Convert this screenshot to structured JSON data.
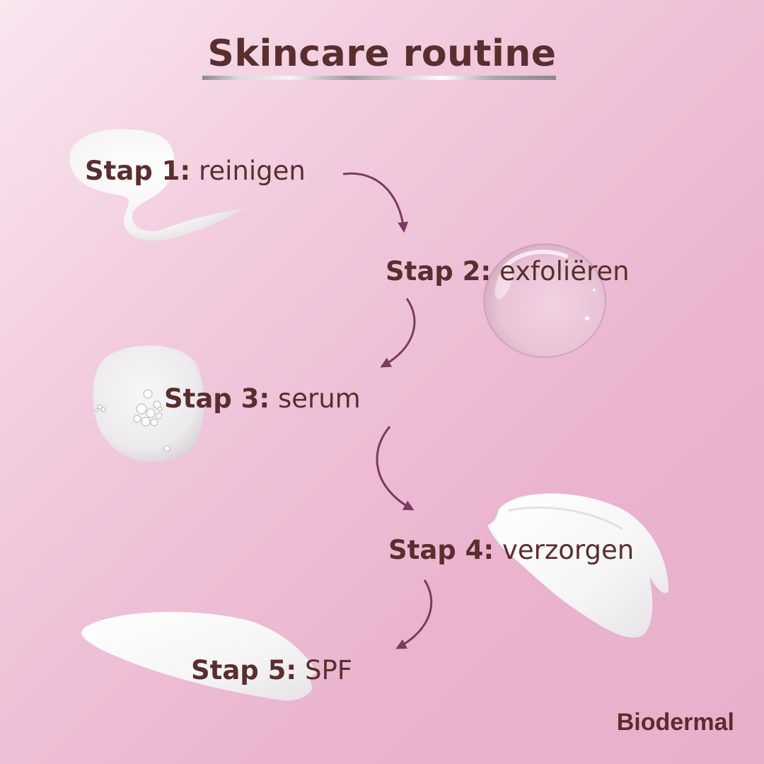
{
  "title": "Skincare routine",
  "steps": [
    {
      "label": "Stap 1:",
      "desc": "reinigen",
      "texture": "cleanser-foam"
    },
    {
      "label": "Stap 2:",
      "desc": "exfoliëren",
      "texture": "exfoliant-drop"
    },
    {
      "label": "Stap 3:",
      "desc": "serum",
      "texture": "serum-gel"
    },
    {
      "label": "Stap 4:",
      "desc": "verzorgen",
      "texture": "cream-swatch"
    },
    {
      "label": "Stap 5:",
      "desc": "SPF",
      "texture": "spf-cream-swatch"
    }
  ],
  "brand": "Biodermal",
  "colors": {
    "text": "#5a2e2e",
    "arrow": "#7a3a62",
    "background_start": "#f9e6ef",
    "background_end": "#e8b0cb"
  }
}
